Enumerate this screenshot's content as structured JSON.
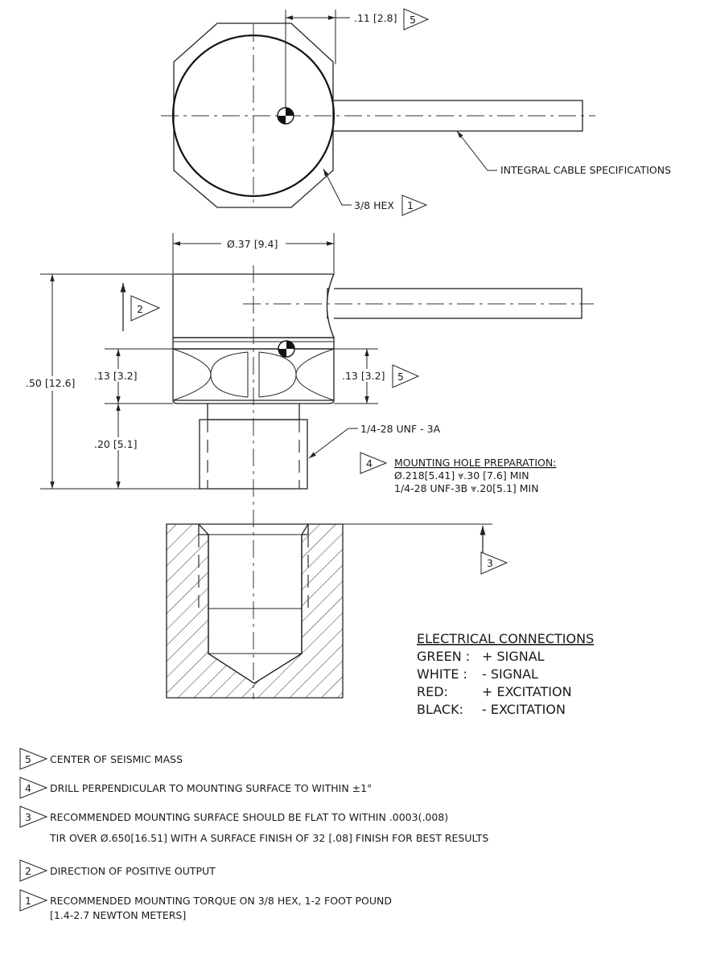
{
  "dimensions": {
    "hex_offset": ".11 [2.8]",
    "diameter": "Ø.37 [9.4]",
    "overall_height": ".50 [12.6]",
    "hex_height_left": ".13 [3.2]",
    "hex_height_right": ".13 [3.2]",
    "thread_length": ".20 [5.1]"
  },
  "callouts": {
    "integral_cable": "INTEGRAL CABLE SPECIFICATIONS",
    "hex": "3/8 HEX",
    "thread": "1/4-28 UNF - 3A"
  },
  "flags": {
    "f1": "1",
    "f2": "2",
    "f3": "3",
    "f4": "4",
    "f5": "5"
  },
  "mounting_hole": {
    "title": "MOUNTING HOLE PREPARATION:",
    "line1": "Ø.218[5.41] ⩔.30 [7.6] MIN",
    "line2": "1/4-28 UNF-3B ⩔.20[5.1] MIN"
  },
  "electrical": {
    "title": "ELECTRICAL CONNECTIONS",
    "rows": [
      {
        "label": "GREEN :",
        "value": "+ SIGNAL"
      },
      {
        "label": "WHITE :",
        "value": "-  SIGNAL"
      },
      {
        "label": "RED:",
        "value": "+ EXCITATION"
      },
      {
        "label": "BLACK:",
        "value": "- EXCITATION"
      }
    ]
  },
  "notes": [
    {
      "num": "5",
      "lines": [
        "CENTER OF SEISMIC MASS"
      ]
    },
    {
      "num": "4",
      "lines": [
        "DRILL PERPENDICULAR TO MOUNTING SURFACE TO WITHIN ±1°"
      ]
    },
    {
      "num": "3",
      "lines": [
        "RECOMMENDED MOUNTING SURFACE SHOULD BE FLAT TO WITHIN .0003(.008)",
        "TIR OVER Ø.650[16.51] WITH A SURFACE FINISH OF 32 [.08] FINISH FOR BEST RESULTS"
      ]
    },
    {
      "num": "2",
      "lines": [
        "DIRECTION OF POSITIVE OUTPUT"
      ]
    },
    {
      "num": "1",
      "lines": [
        "RECOMMENDED MOUNTING TORQUE ON 3/8 HEX, 1-2 FOOT POUND",
        "[1.4-2.7 NEWTON METERS]"
      ]
    }
  ]
}
